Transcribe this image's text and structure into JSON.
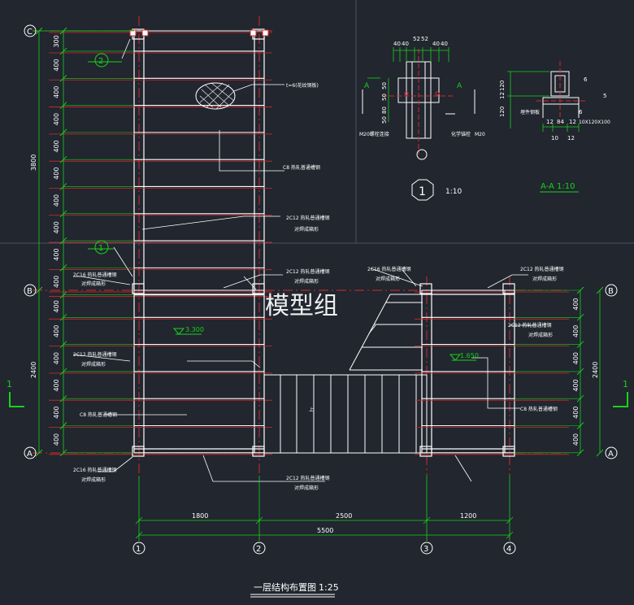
{
  "plan": {
    "title": "一层结构布置图",
    "scale": "1:25",
    "axes_v": [
      "1",
      "2",
      "3",
      "4"
    ],
    "axes_h": [
      "A",
      "B",
      "C"
    ],
    "section_mark": "1",
    "dims_bottom": [
      "1800",
      "2500",
      "1200"
    ],
    "dims_total": "5500",
    "dim_left_upper": "3800",
    "dim_left_lower": "2400",
    "dim_right": "2400",
    "upper_spacing": [
      "300",
      "400",
      "400",
      "400",
      "400",
      "400",
      "400",
      "400",
      "400",
      "400"
    ],
    "lower_spacing": [
      "400",
      "400",
      "400",
      "400",
      "400",
      "400"
    ],
    "right_spacing": [
      "400",
      "400",
      "400",
      "400",
      "400",
      "400"
    ],
    "elev_1": "3.300",
    "elev_2": "1.650",
    "stair_up": "上",
    "detail_tags": [
      "1",
      "2"
    ],
    "notes": {
      "plate": "t=6(花纹钢板)",
      "c8": "C8 热轧普通槽钢",
      "c12": "2C12 热轧普通槽钢",
      "c12_sub": "对焊成箱形",
      "c16": "2C16 热轧普通槽钢",
      "c16_sub": "对焊成箱形"
    }
  },
  "detail1": {
    "label": "1",
    "scale": "1:10",
    "dims_top": [
      "40",
      "40",
      "52",
      "52",
      "40",
      "40"
    ],
    "dims_side": [
      "50",
      "50",
      "80",
      "50"
    ],
    "bolt_left": "M20螺栓连接",
    "bolt_right": "M20",
    "bolt_right_label": "化学锚栓",
    "section_letter": "A"
  },
  "detailA": {
    "title": "A-A  1:10",
    "dims_left": [
      "120",
      "12",
      "120"
    ],
    "dims_right": [
      "6",
      "5",
      "6"
    ],
    "dims_bottom": [
      "12",
      "84",
      "12"
    ],
    "dims_bottom2": [
      "10",
      "12"
    ],
    "plate_label": "10X120X100",
    "note": "埋件钢板"
  },
  "watermark": "模型组"
}
